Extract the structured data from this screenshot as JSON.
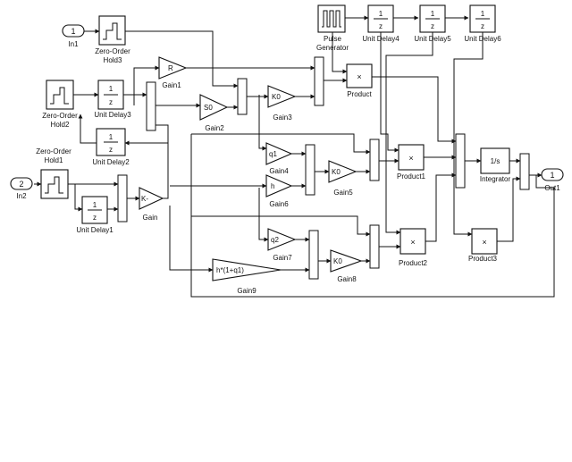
{
  "ports": {
    "in1": {
      "num": "1",
      "label": "In1"
    },
    "in2": {
      "num": "2",
      "label": "In2"
    },
    "out1": {
      "num": "1",
      "label": "Out1"
    }
  },
  "blocks": {
    "zoh3": "Zero-Order\nHold3",
    "zoh2": "Zero-Order\nHold2",
    "zoh1": "Zero-Order\nHold1",
    "ud1": "Unit Delay1",
    "ud2": "Unit Delay2",
    "ud3": "Unit Delay3",
    "ud4": "Unit Delay4",
    "ud5": "Unit Delay5",
    "ud6": "Unit Delay6",
    "pulse": "Pulse\nGenerator",
    "gain": "Gain",
    "gain1": "Gain1",
    "gain2": "Gain2",
    "gain3": "Gain3",
    "gain4": "Gain4",
    "gain5": "Gain5",
    "gain6": "Gain6",
    "gain7": "Gain7",
    "gain8": "Gain8",
    "gain9": "Gain9",
    "product": "Product",
    "product1": "Product1",
    "product2": "Product2",
    "product3": "Product3",
    "integrator": "Integrator"
  },
  "symbols": {
    "delay_num": "1",
    "delay_den": "z",
    "gain_k": "K-",
    "gain1_val": "R",
    "gain2_val": "S0",
    "gain3_val": "K0",
    "gain4_val": "q1",
    "gain5_val": "K0",
    "gain6_val": "h",
    "gain7_val": "q2",
    "gain8_val": "K0",
    "gain9_val": "h*(1+q1)",
    "mult": "×",
    "integ": "1/s"
  }
}
